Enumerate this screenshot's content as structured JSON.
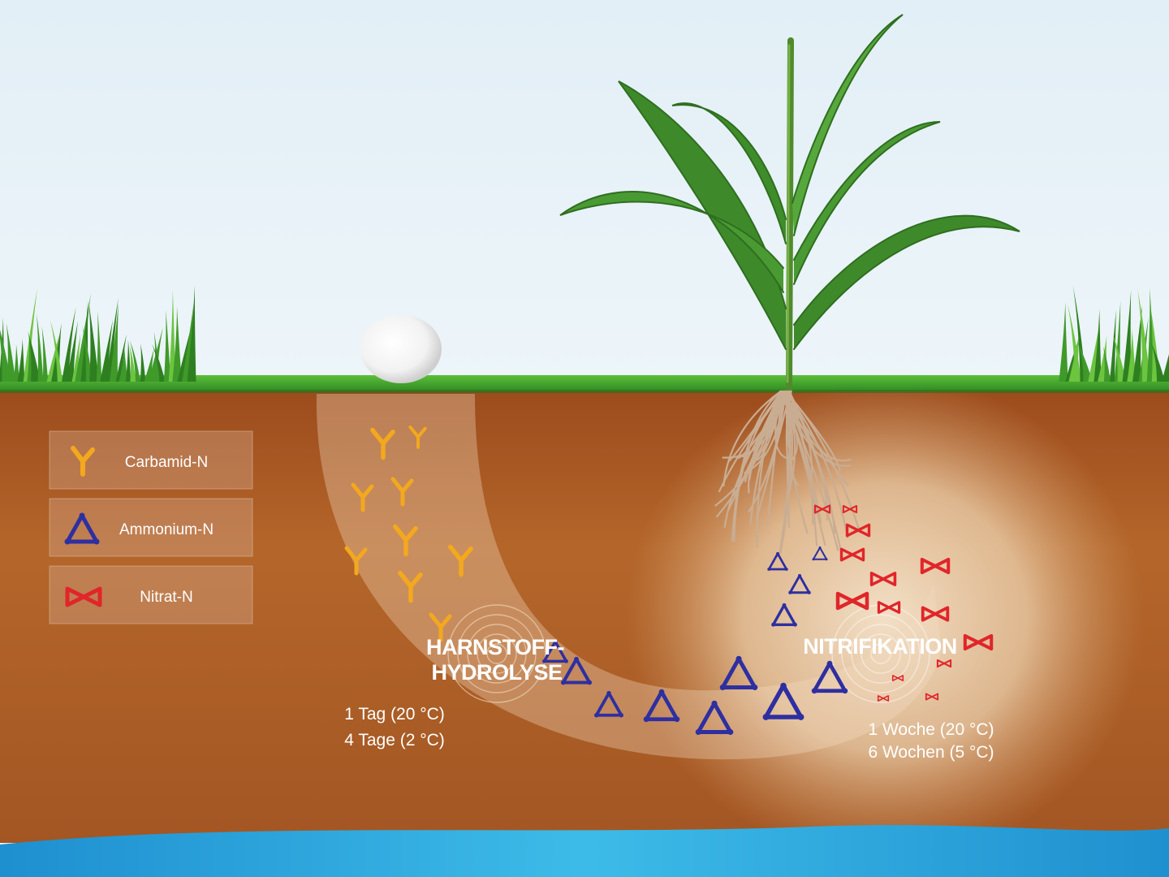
{
  "legend": {
    "items": [
      {
        "id": "carbamid",
        "label": "Carbamid-N",
        "color": "#f3a81e"
      },
      {
        "id": "ammonium",
        "label": "Ammonium-N",
        "color": "#2e2fa0"
      },
      {
        "id": "nitrat",
        "label": "Nitrat-N",
        "color": "#e0262a"
      }
    ]
  },
  "processes": {
    "hydrolysis": {
      "title_line1": "HARNSTOFF-",
      "title_line2": "HYDROLYSE",
      "duration_line1": "1 Tag (20 °C)",
      "duration_line2": "4 Tage (2 °C)"
    },
    "nitrification": {
      "title": "NITRIFIKATION",
      "duration_line1": "1 Woche (20 °C)",
      "duration_line2": "6 Wochen (5 °C)"
    }
  },
  "colors": {
    "sky": "#e9f3f8",
    "grass": "#46a02c",
    "soil": "#a75a22",
    "groundwater": "#2aa6dc",
    "carbamid": "#f3a81e",
    "ammonium": "#2e2fa0",
    "nitrat": "#e0262a"
  }
}
